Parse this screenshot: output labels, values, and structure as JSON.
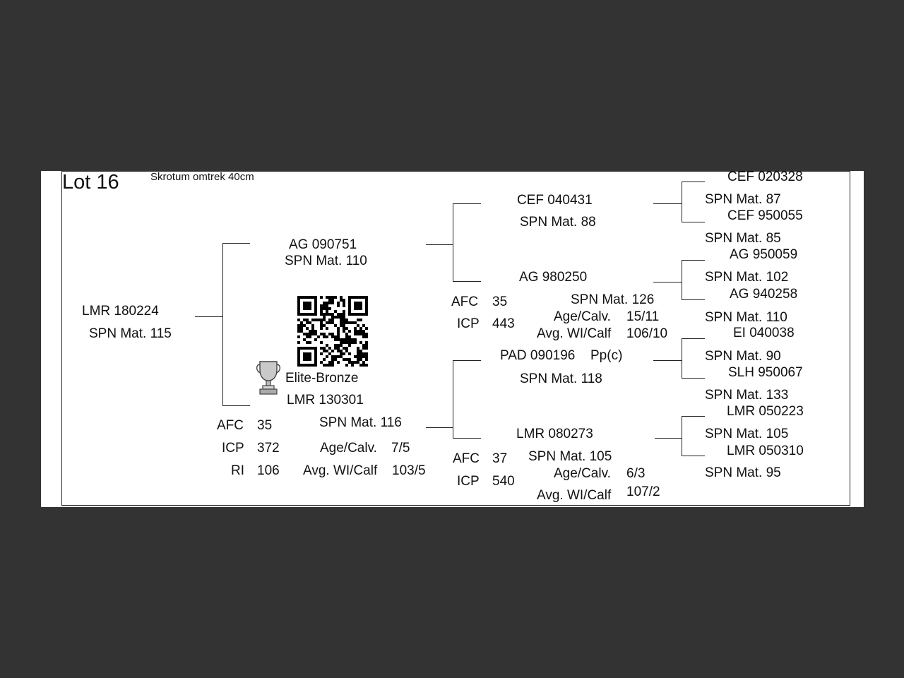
{
  "lot": {
    "title": "Lot 16",
    "note": "Skrotum omtrek 40cm"
  },
  "subject": {
    "id": "LMR 180224",
    "spn": "SPN Mat. 115"
  },
  "award": {
    "label": "Elite-Bronze",
    "icon": "trophy-icon"
  },
  "sire": {
    "id": "AG  090751",
    "spn": "SPN Mat. 110",
    "sire": {
      "id": "CEF 040431",
      "spn": "SPN Mat. 88",
      "sire": {
        "id": "CEF 020328",
        "spn": "SPN Mat. 87"
      },
      "dam": {
        "id": "CEF 950055",
        "spn": "SPN Mat. 85"
      }
    },
    "dam": {
      "id": "AG  980250",
      "spn": "SPN Mat. 126",
      "afc_label": "AFC",
      "afc": "35",
      "icp_label": "ICP",
      "icp": "443",
      "age_label": "Age/Calv.",
      "age": "15/11",
      "wi_label": "Avg. WI/Calf",
      "wi": "106/10",
      "sire": {
        "id": "AG  950059",
        "spn": "SPN Mat. 102"
      },
      "dam": {
        "id": "AG  940258",
        "spn": "SPN Mat. 110"
      }
    }
  },
  "dam": {
    "id": "LMR 130301",
    "spn": "SPN Mat. 116",
    "afc_label": "AFC",
    "afc": "35",
    "icp_label": "ICP",
    "icp": "372",
    "ri_label": "RI",
    "ri": "106",
    "age_label": "Age/Calv.",
    "age": "7/5",
    "wi_label": "Avg. WI/Calf",
    "wi": "103/5",
    "sire": {
      "id": "PAD 090196",
      "pp": "Pp(c)",
      "spn": "SPN Mat. 118",
      "sire": {
        "id": "EI  040038",
        "spn": "SPN Mat. 90"
      },
      "dam": {
        "id": "SLH 950067",
        "spn": "SPN Mat. 133"
      }
    },
    "dam": {
      "id": "LMR 080273",
      "spn": "SPN Mat. 105",
      "afc_label": "AFC",
      "afc": "37",
      "icp_label": "ICP",
      "icp": "540",
      "age_label": "Age/Calv.",
      "age": "6/3",
      "wi_label": "Avg. WI/Calf",
      "wi": "107/2",
      "sire": {
        "id": "LMR 050223",
        "spn": "SPN Mat. 105"
      },
      "dam": {
        "id": "LMR 050310",
        "spn": "SPN Mat. 95"
      }
    }
  }
}
